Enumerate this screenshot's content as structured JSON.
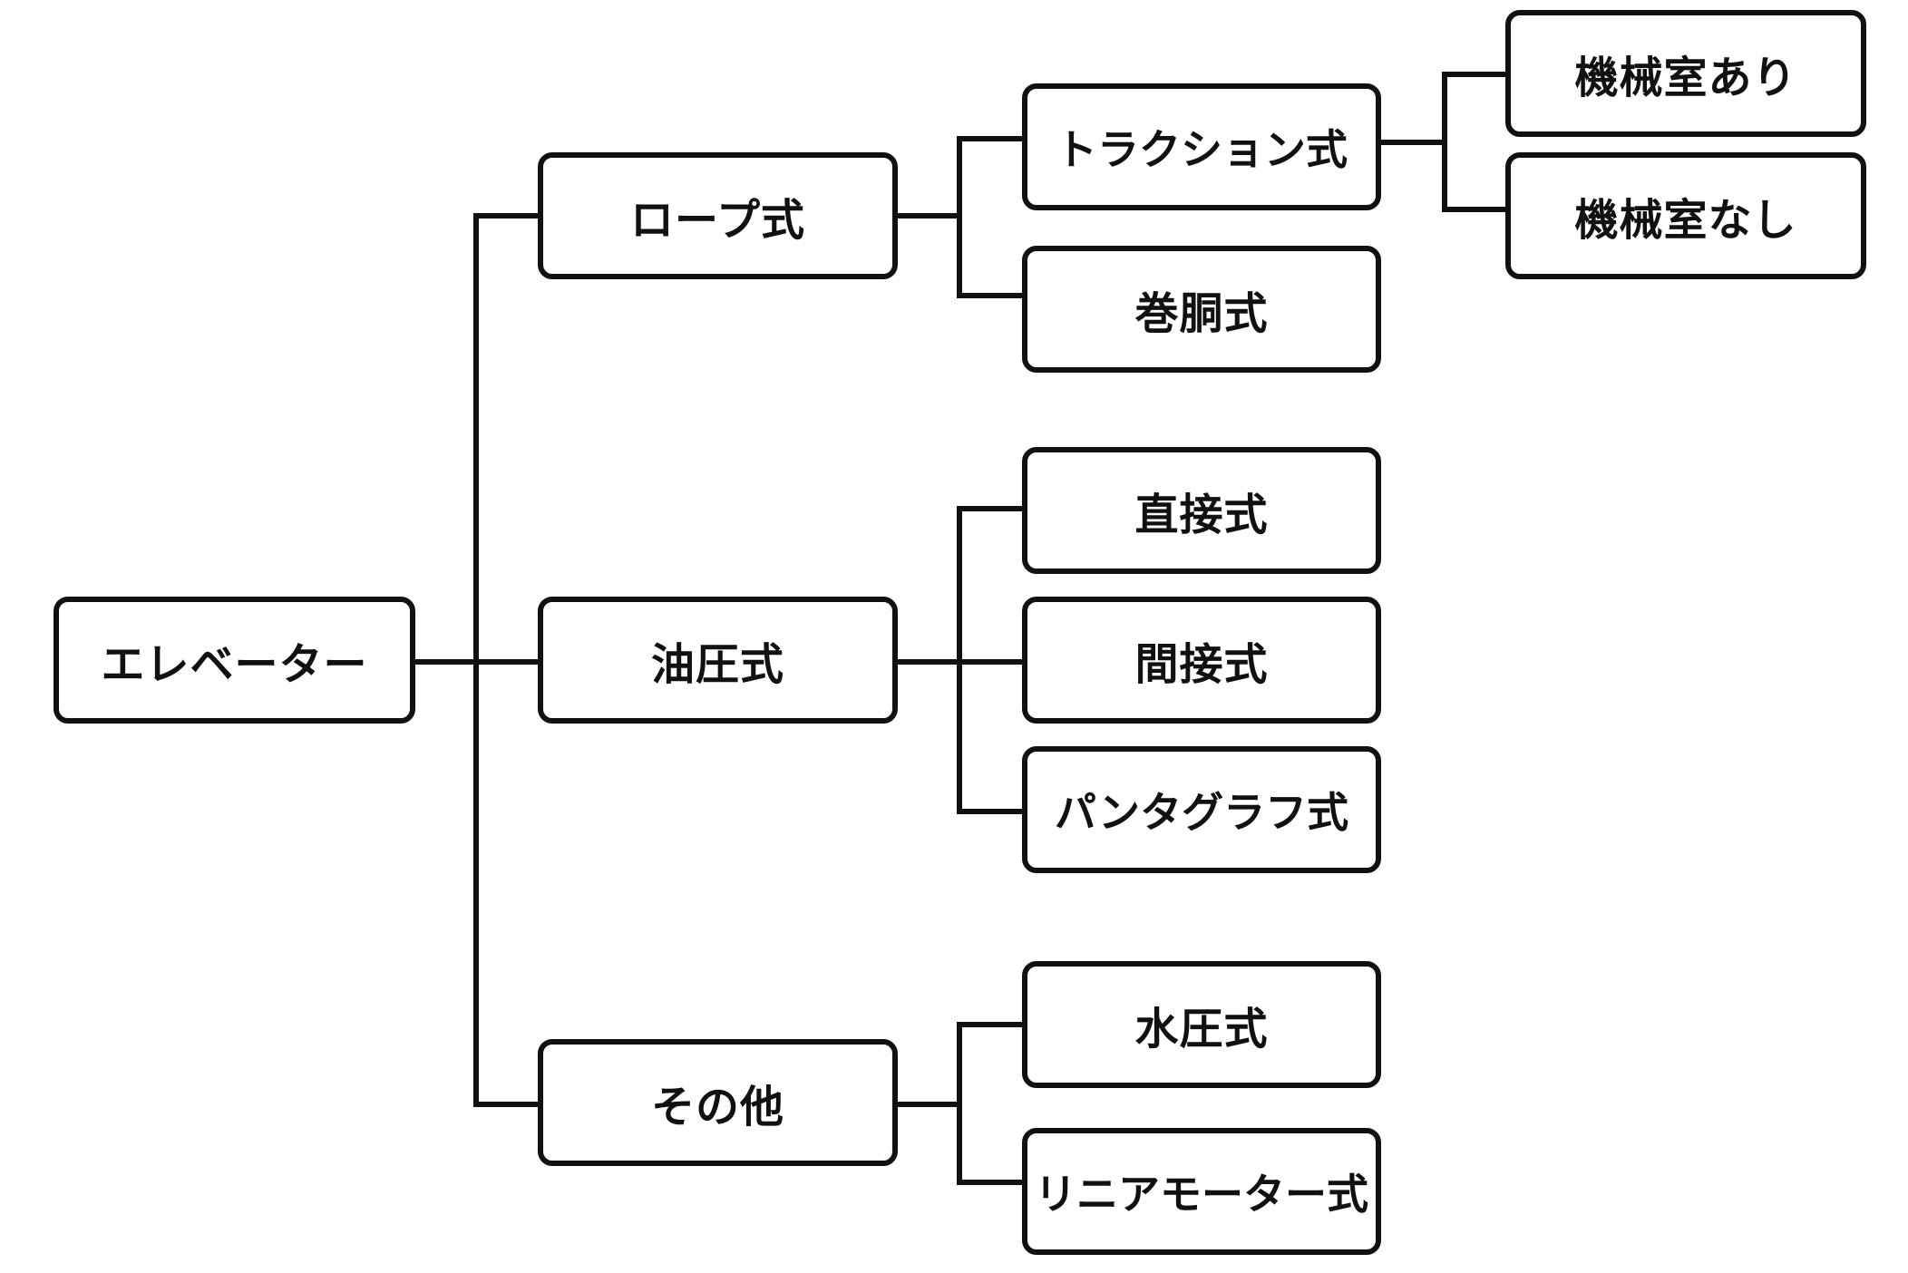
{
  "diagram": {
    "root": {
      "label": "エレベーター"
    },
    "rope": {
      "label": "ロープ式",
      "traction": {
        "label": "トラクション式",
        "with_machine_room": "機械室あり",
        "without_machine_room": "機械室なし"
      },
      "drum": "巻胴式"
    },
    "hydraulic": {
      "label": "油圧式",
      "direct": "直接式",
      "indirect": "間接式",
      "pantograph": "パンタグラフ式"
    },
    "other": {
      "label": "その他",
      "water_pressure": "水圧式",
      "linear_motor": "リニアモーター式"
    }
  }
}
